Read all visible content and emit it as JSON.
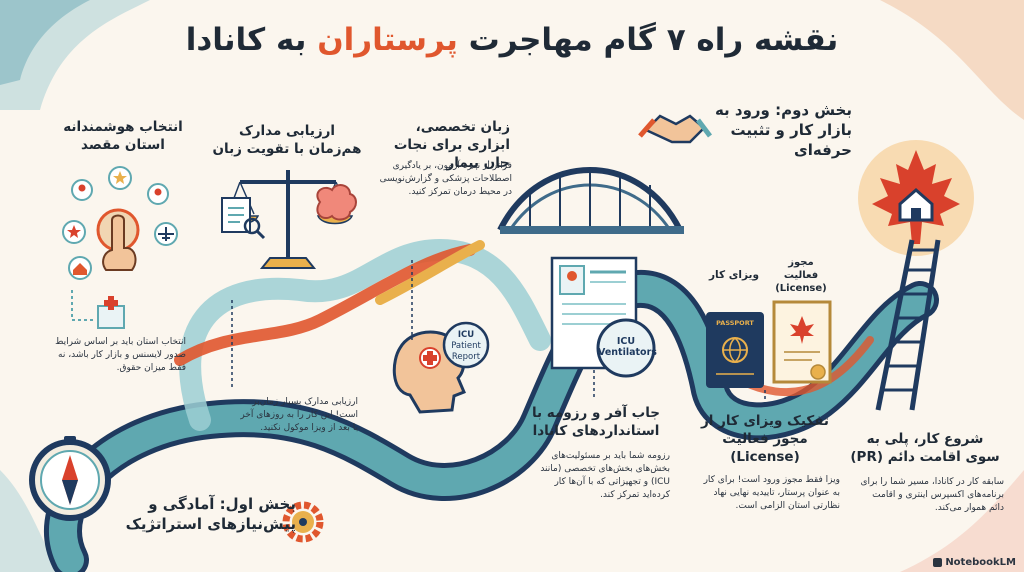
{
  "title": {
    "before": "نقشه راه ۷ گام مهاجرت",
    "highlight": "پرستاران",
    "after": "به کانادا"
  },
  "section_one": "بخش اول: آمادگی و پیش‌نیازهای استراتژیک",
  "section_two": "بخش دوم: ورود به بازار کار و تثبیت حرفه‌ای",
  "steps": [
    {
      "title": "انتخاب هوشمندانه استان مقصد",
      "desc": "انتخاب استان باید بر اساس شرایط صدور لایسنس و بازار کار باشد، نه فقط میزان حقوق."
    },
    {
      "title": "ارزیابی مدارک هم‌زمان با تقویت زبان",
      "desc": "ارزیابی مدارک بسیار زمان‌بر است! این کار را به روزهای آخر یا بعد از ویزا موکول نکنید."
    },
    {
      "title": "زبان تخصصی، ابزاری برای نجات جان بیمار",
      "desc": "فراتر از نمره آزمون، بر یادگیری اصطلاحات پزشکی و گزارش‌نویسی در محیط درمان تمرکز کنید."
    },
    {
      "title": "جاب آفر و رزومه با استانداردهای کانادا",
      "desc": "رزومه شما باید بر مسئولیت‌های بخش‌های بخش‌های تخصصی (مانند ICU) و تجهیزاتی که با آن‌ها کار کرده‌اید تمرکز کند."
    },
    {
      "title": "تفکیک ویزای کار از مجوز فعالیت (License)",
      "desc": "ویزا فقط مجوز ورود است! برای کار به عنوان پرستار، تاییدیه نهایی نهاد نظارتی استان الزامی است."
    },
    {
      "title": "شروع کار، پلی به سوی اقامت دائم (PR)",
      "desc": "سابقه کار در کانادا، مسیر شما را برای برنامه‌های اکسپرس اینتری و اقامت دائم هموار می‌کند."
    }
  ],
  "labels": {
    "icu_report": [
      "ICU",
      "Patient",
      "Report"
    ],
    "icu_vent": [
      "ICU",
      "Ventilators"
    ],
    "work_visa": "ویزای کار",
    "license": [
      "مجوز",
      "فعالیت",
      "(License)"
    ],
    "passport": "PASSPORT"
  },
  "brand": "NotebookLM",
  "colors": {
    "bg": "#fbf6ee",
    "teal": "#5fa8b0",
    "navy": "#1f3a5f",
    "orange": "#e0572e",
    "gold": "#e9b04c",
    "red": "#d9412c",
    "purple": "#6b4a8a"
  },
  "icons": [
    "compass-icon",
    "gear-icon",
    "hand-pointer-icon",
    "hospital-icon",
    "scale-icon",
    "document-icon",
    "brain-icon",
    "head-icon",
    "resume-icon",
    "passport-icon",
    "certificate-icon",
    "bridge-icon",
    "ladder-icon",
    "maple-leaf-icon",
    "house-icon",
    "handshake-icon"
  ]
}
